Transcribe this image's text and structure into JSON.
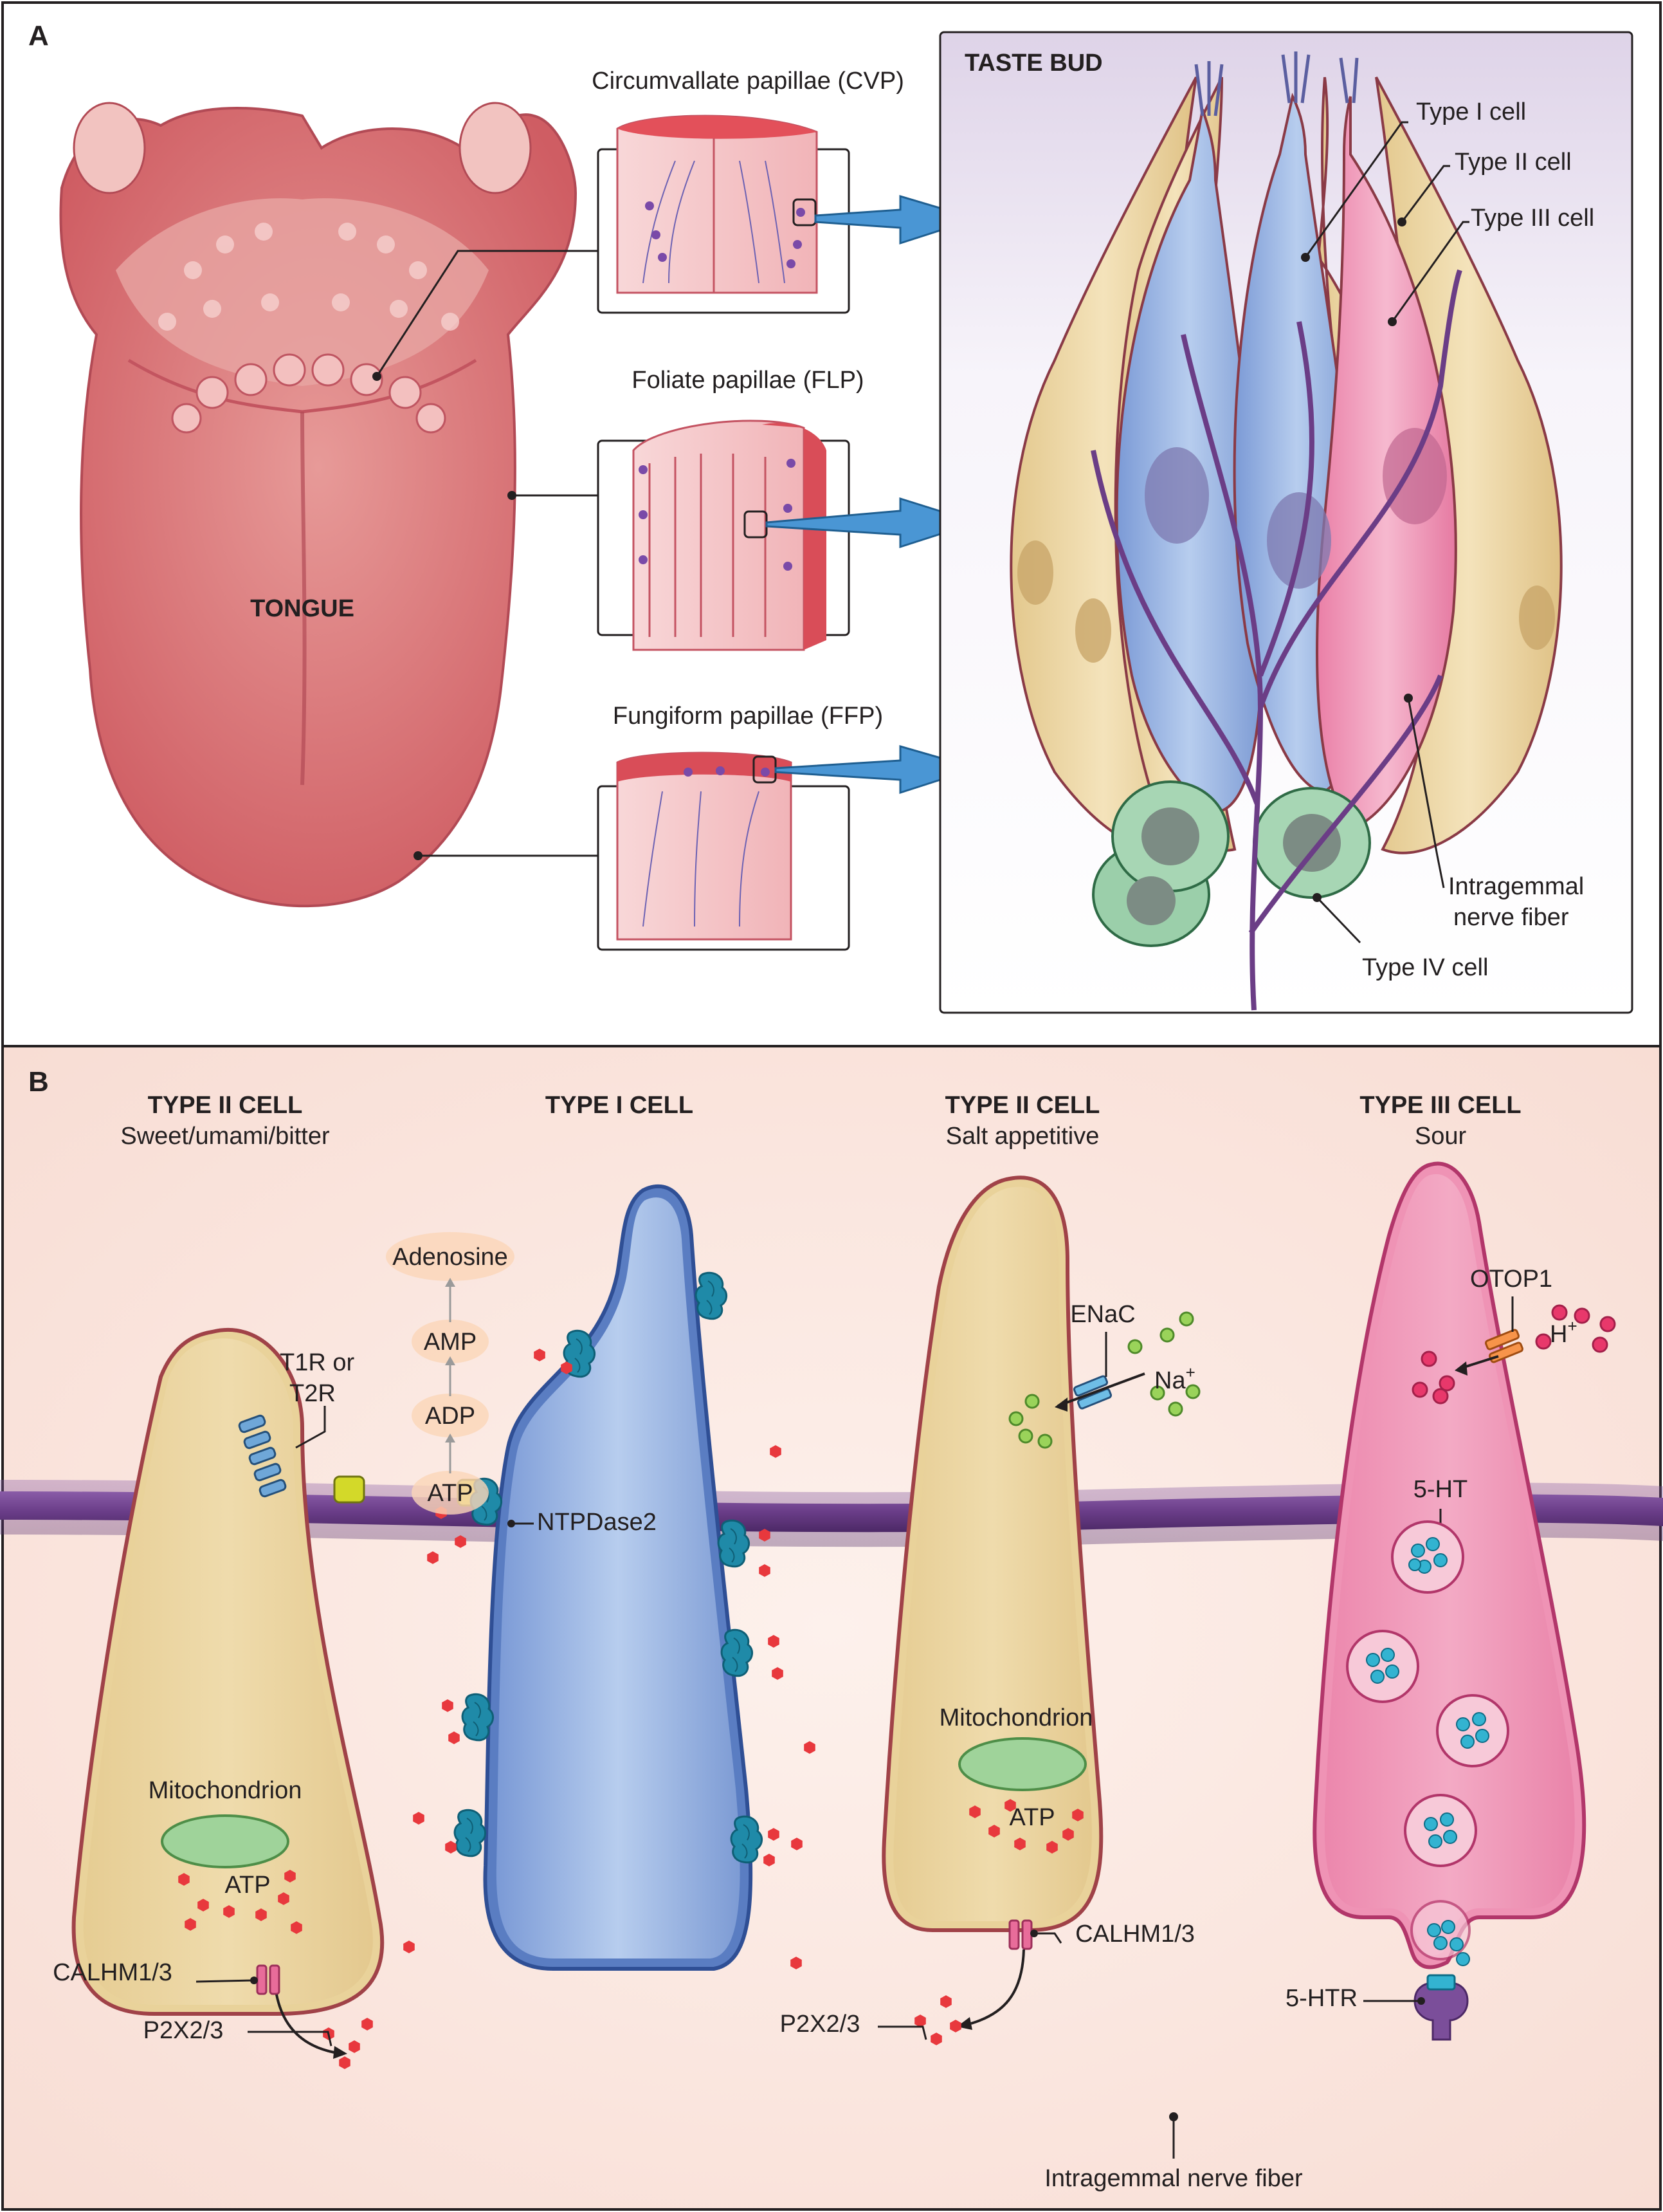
{
  "panel_a": {
    "letter": "A",
    "tongue_label": "TONGUE",
    "cvp_label": "Circumvallate papillae (CVP)",
    "flp_label": "Foliate papillae (FLP)",
    "ffp_label": "Fungiform papillae (FFP)",
    "taste_bud_title": "TASTE BUD",
    "type1_label": "Type I cell",
    "type2_label": "Type II cell",
    "type3_label": "Type III cell",
    "nerve_label_line1": "Intragemmal",
    "nerve_label_line2": "nerve fiber",
    "type4_label": "Type IV cell"
  },
  "panel_b": {
    "letter": "B",
    "col1_title": "TYPE II CELL",
    "col1_subtitle": "Sweet/umami/bitter",
    "col2_title": "TYPE I CELL",
    "col3_title": "TYPE II CELL",
    "col3_subtitle": "Salt appetitive",
    "col4_title": "TYPE III CELL",
    "col4_subtitle": "Sour",
    "t1r_line1": "T1R or",
    "t1r_line2": "T2R",
    "mito_label": "Mitochondrion",
    "atp_label": "ATP",
    "calhm_label": "CALHM1/3",
    "p2x_label": "P2X2/3",
    "adenosine": "Adenosine",
    "amp": "AMP",
    "adp": "ADP",
    "atp": "ATP",
    "ntpdase": "NTPDase2",
    "enac": "ENaC",
    "na_label": "Na",
    "na_sup": "+",
    "mito_label_2": "Mitochondrion",
    "atp_label_2": "ATP",
    "calhm_label_2": "CALHM1/3",
    "p2x_label_2": "P2X2/3",
    "otop1": "OTOP1",
    "h_label": "H",
    "h_sup": "+",
    "ht5": "5-HT",
    "ht5r": "5-HTR",
    "nerve_label": "Intragemmal nerve fiber"
  },
  "colors": {
    "tongue": "#d86b6f",
    "type1_cell": "#8fb0e0",
    "type2_cell": "#e9d29a",
    "type3_cell": "#ef93b5",
    "type4_cell": "#8cc49a",
    "nerve": "#6b3d86",
    "atp": "#e8383d",
    "arrow": "#4a96d4",
    "panel_b_bg": "#fbe8e1",
    "taste_bud_bg": "#ece6f1"
  }
}
